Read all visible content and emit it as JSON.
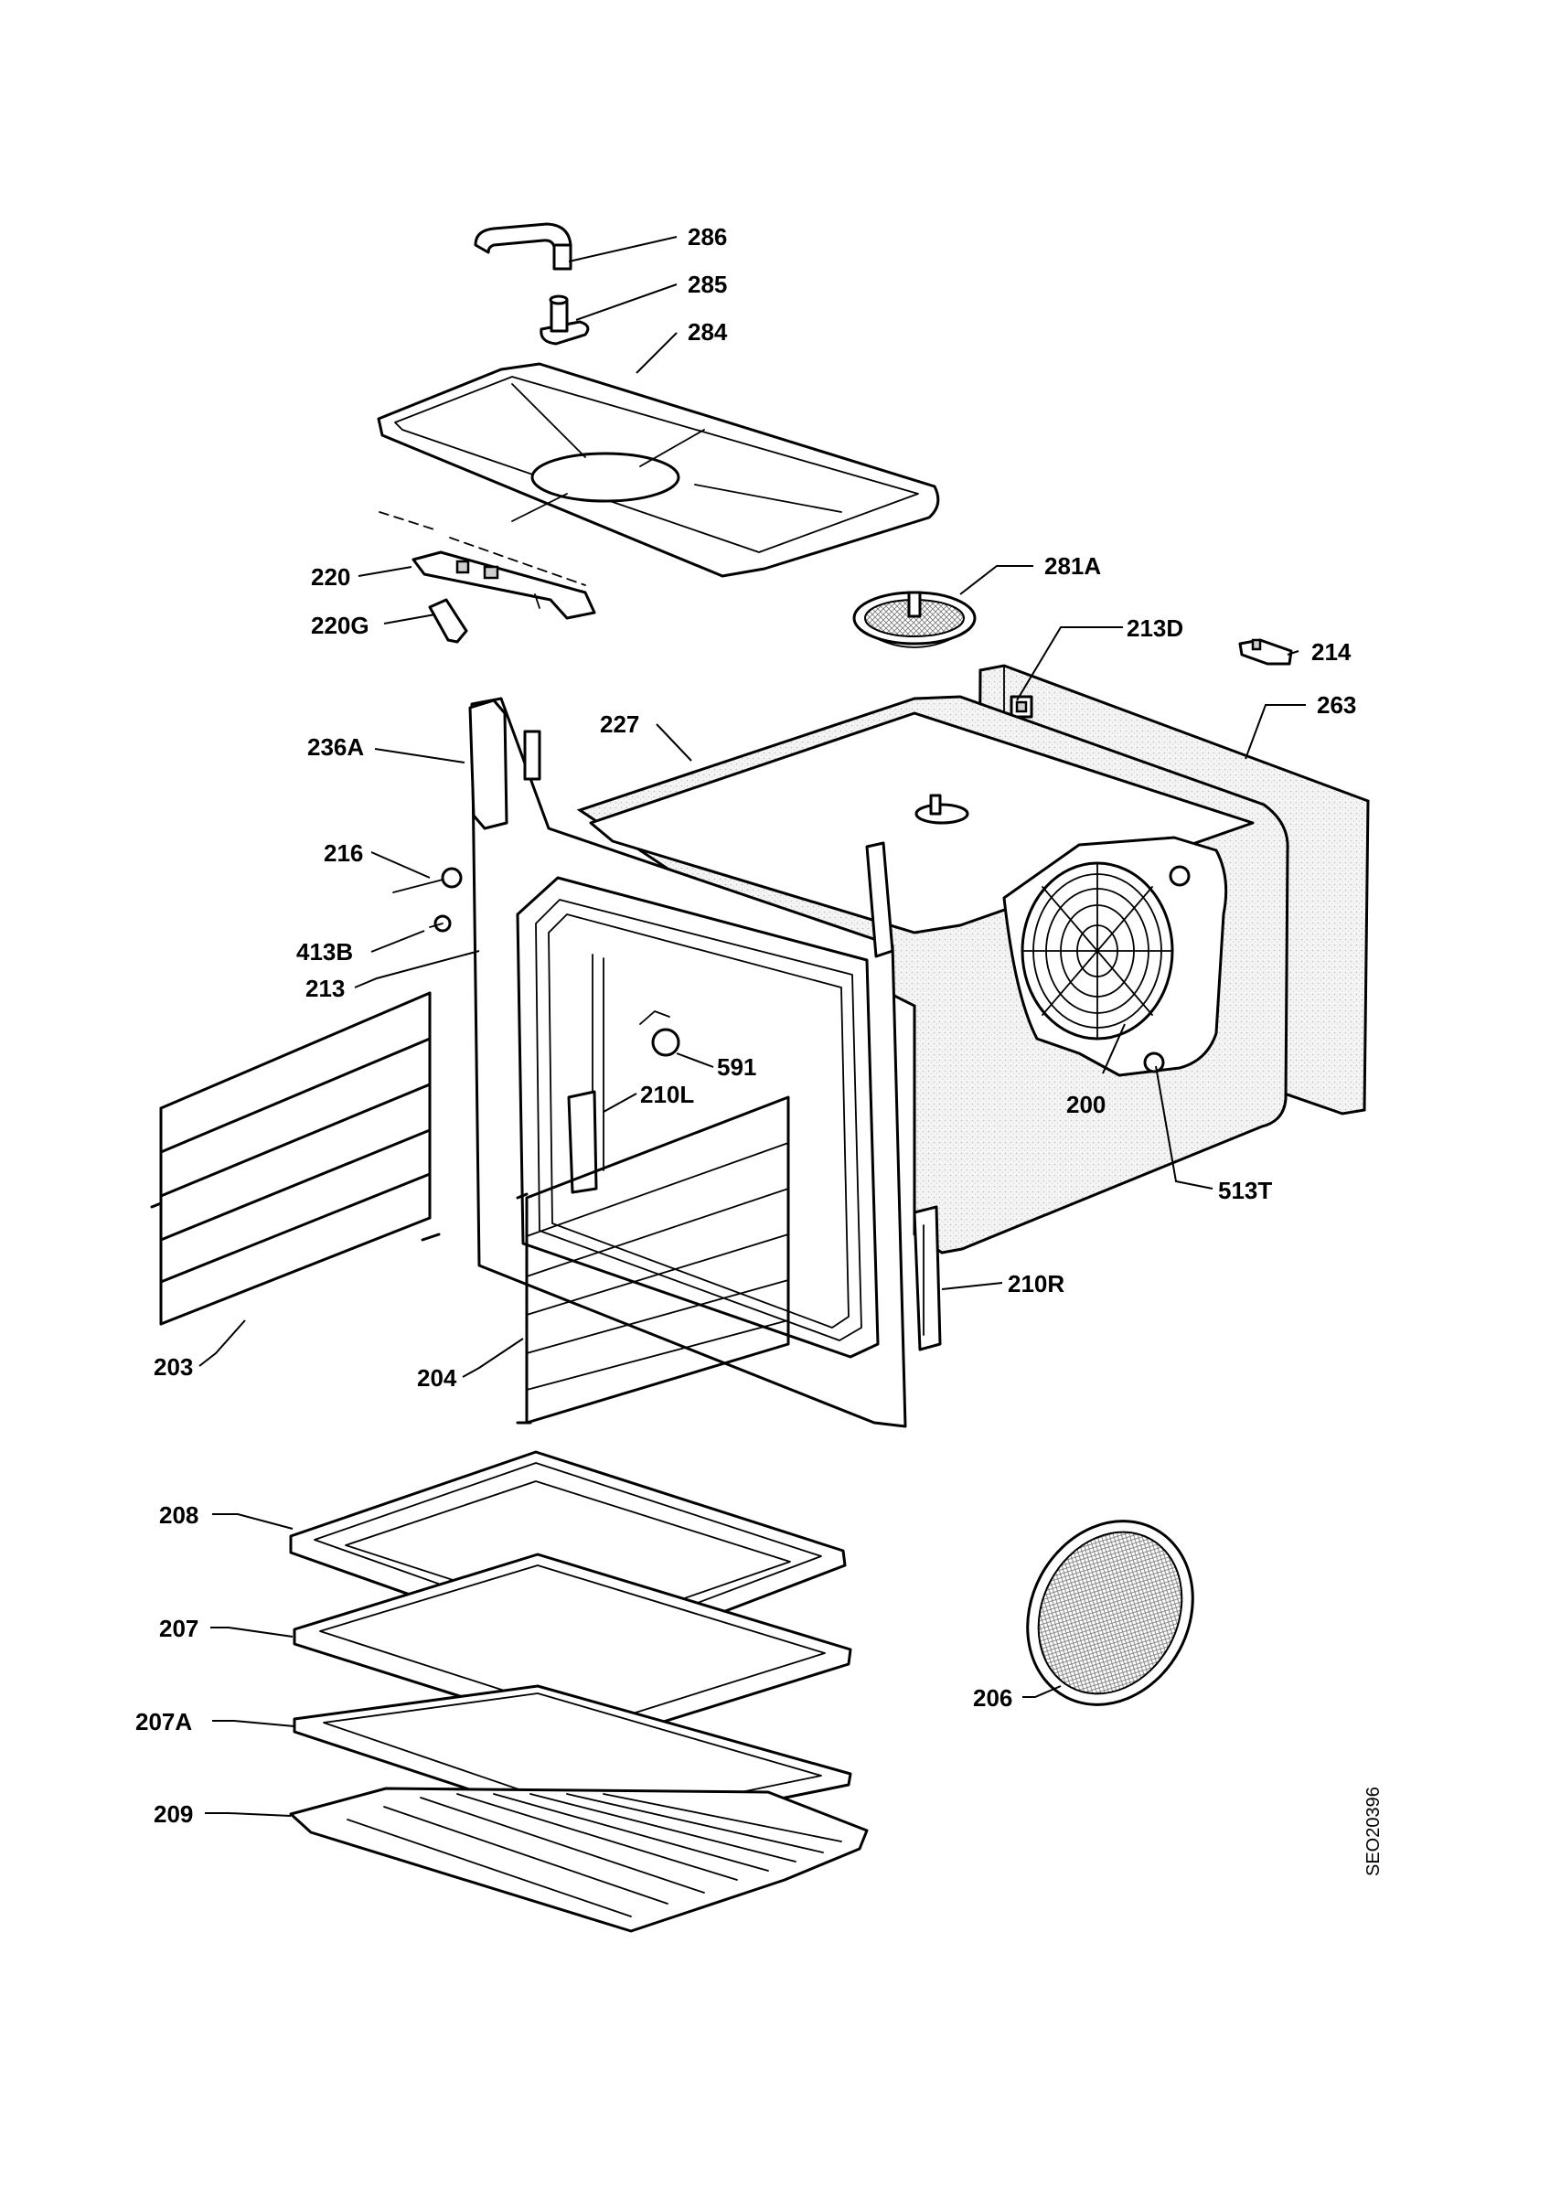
{
  "diagram": {
    "code": "SEO20396",
    "labels": {
      "l286": "286",
      "l285": "285",
      "l284": "284",
      "l220": "220",
      "l220G": "220G",
      "l281A": "281A",
      "l213D": "213D",
      "l214": "214",
      "l263": "263",
      "l227": "227",
      "l236A": "236A",
      "l216": "216",
      "l413B": "413B",
      "l213": "213",
      "l591": "591",
      "l210L": "210L",
      "l200": "200",
      "l513T": "513T",
      "l210R": "210R",
      "l203": "203",
      "l204": "204",
      "l208": "208",
      "l207": "207",
      "l207A": "207A",
      "l209": "209",
      "l206": "206"
    }
  }
}
